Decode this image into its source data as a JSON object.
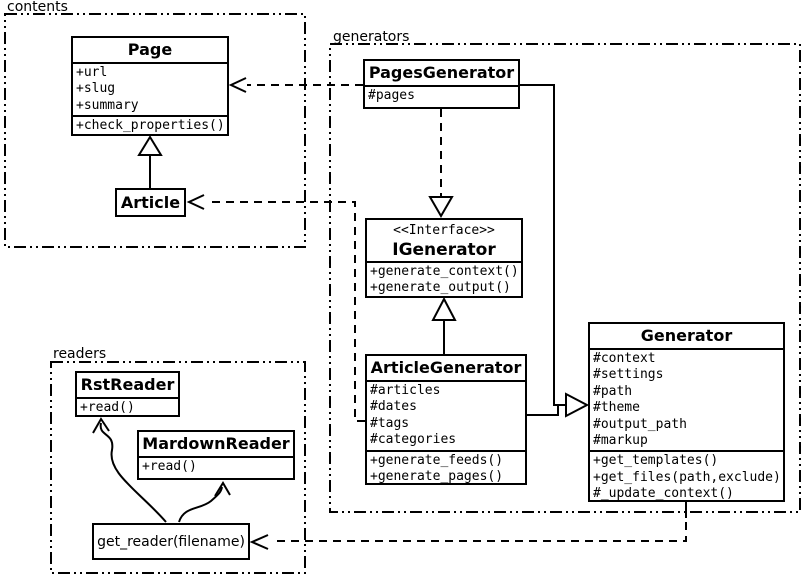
{
  "diagram_type": "uml-class-diagram",
  "colors": {
    "line": "#000000",
    "background": "#ffffff",
    "text": "#000000"
  },
  "packages": {
    "contents": {
      "label": "contents"
    },
    "generators": {
      "label": "generators"
    },
    "readers": {
      "label": "readers"
    }
  },
  "classes": {
    "page": {
      "name": "Page",
      "attributes": [
        "+url",
        "+slug",
        "+summary"
      ],
      "methods": [
        "+check_properties()"
      ]
    },
    "article": {
      "name": "Article"
    },
    "pages_generator": {
      "name": "PagesGenerator",
      "attributes": [
        "#pages"
      ]
    },
    "igenerator": {
      "stereotype": "<<Interface>>",
      "name": "IGenerator",
      "methods": [
        "+generate_context()",
        "+generate_output()"
      ]
    },
    "article_generator": {
      "name": "ArticleGenerator",
      "attributes": [
        "#articles",
        "#dates",
        "#tags",
        "#categories"
      ],
      "methods": [
        "+generate_feeds()",
        "+generate_pages()"
      ]
    },
    "generator": {
      "name": "Generator",
      "attributes": [
        "#context",
        "#settings",
        "#path",
        "#theme",
        "#output_path",
        "#markup"
      ],
      "methods": [
        "+get_templates()",
        "+get_files(path,exclude)",
        "#_update_context()"
      ]
    },
    "rst_reader": {
      "name": "RstReader",
      "methods": [
        "+read()"
      ]
    },
    "mardown_reader": {
      "name": "MardownReader",
      "methods": [
        "+read()"
      ]
    },
    "get_reader": {
      "name": "get_reader(filename)"
    }
  },
  "relationships": [
    {
      "from": "Article",
      "to": "Page",
      "type": "inheritance",
      "line": "solid"
    },
    {
      "from": "PagesGenerator",
      "to": "IGenerator",
      "type": "realization",
      "line": "dashed"
    },
    {
      "from": "ArticleGenerator",
      "to": "IGenerator",
      "type": "inheritance",
      "line": "solid"
    },
    {
      "from": "PagesGenerator",
      "to": "Generator",
      "type": "inheritance",
      "line": "solid"
    },
    {
      "from": "ArticleGenerator",
      "to": "Generator",
      "type": "inheritance",
      "line": "solid"
    },
    {
      "from": "PagesGenerator",
      "to": "Page",
      "type": "dependency",
      "line": "dashed"
    },
    {
      "from": "ArticleGenerator",
      "to": "Article",
      "type": "dependency",
      "line": "dashed"
    },
    {
      "from": "Generator",
      "to": "get_reader(filename)",
      "type": "dependency",
      "line": "dashed"
    },
    {
      "from": "get_reader(filename)",
      "to": "RstReader",
      "type": "call",
      "line": "solid-curve"
    },
    {
      "from": "get_reader(filename)",
      "to": "MardownReader",
      "type": "call",
      "line": "solid-curve"
    }
  ]
}
